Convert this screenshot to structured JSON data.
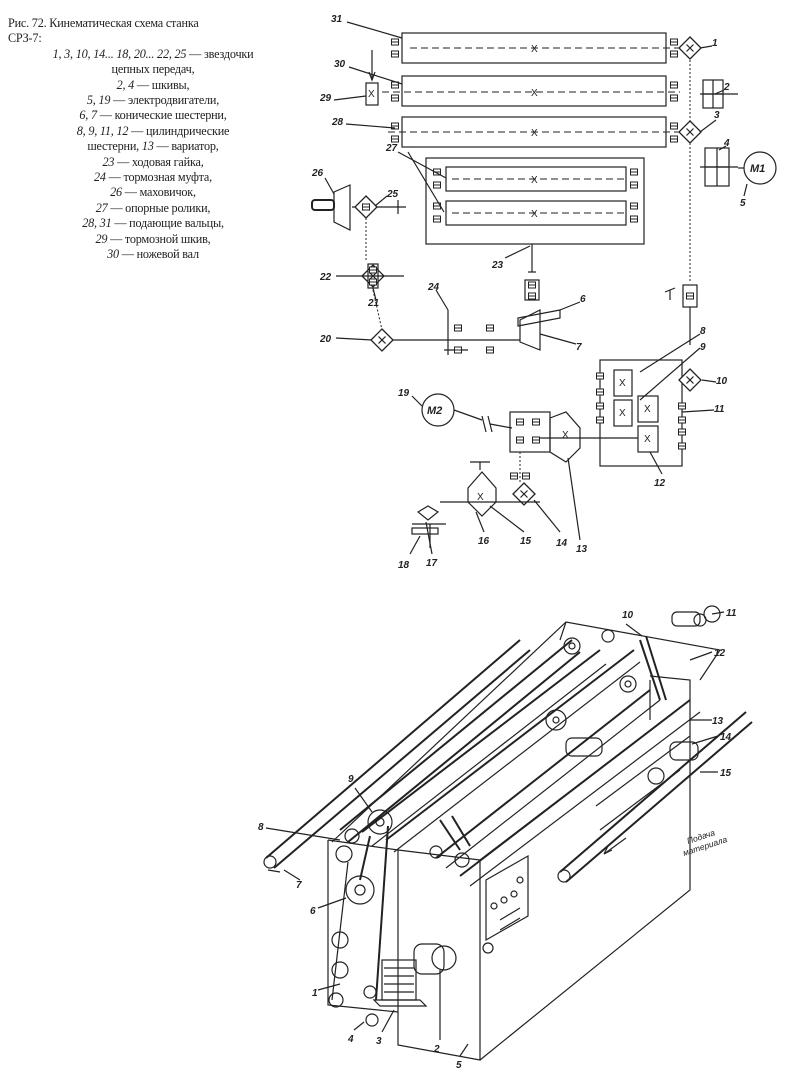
{
  "caption": {
    "title_line1": "Рис. 72. Кинематическая схема станка",
    "title_line2": "СРЗ-7:",
    "legend": [
      {
        "nums": "1, 3, 10, 14... 18, 20... 22, 25",
        "text": " — звездочки"
      },
      {
        "nums": "",
        "text": "цепных передач,"
      },
      {
        "nums": "2, 4",
        "text": " — шкивы,"
      },
      {
        "nums": "5, 19",
        "text": " — электродвигатели,"
      },
      {
        "nums": "6, 7",
        "text": " — конические шестерни,"
      },
      {
        "nums": "8, 9, 11, 12",
        "text": " — цилиндрические"
      },
      {
        "nums": "",
        "text": "шестерни, "
      },
      {
        "nums": "13",
        "text": " — вариатор,"
      },
      {
        "nums": "23",
        "text": " — ходовая гайка,"
      },
      {
        "nums": "24",
        "text": " — тормозная муфта,"
      },
      {
        "nums": "26",
        "text": " — маховичок,"
      },
      {
        "nums": "27",
        "text": " — опорные ролики,"
      },
      {
        "nums": "28, 31",
        "text": " — подающие вальцы,"
      },
      {
        "nums": "29",
        "text": " — тормозной шкив,"
      },
      {
        "nums": "30",
        "text": " — ножевой вал"
      }
    ]
  },
  "schematic": {
    "motor1": "M1",
    "motor2": "M2",
    "gear_symbol": "X",
    "labels": [
      "31",
      "30",
      "29",
      "28",
      "27",
      "26",
      "25",
      "24",
      "23",
      "22",
      "21",
      "20",
      "19",
      "18",
      "17",
      "16",
      "15",
      "14",
      "13",
      "12",
      "11",
      "10",
      "9",
      "8",
      "7",
      "6",
      "5",
      "4",
      "3",
      "2",
      "1"
    ]
  },
  "drawing": {
    "material_label_1": "Подача",
    "material_label_2": "материала",
    "callouts": [
      "1",
      "2",
      "3",
      "4",
      "5",
      "6",
      "7",
      "8",
      "9",
      "10",
      "11",
      "12",
      "13",
      "14",
      "15"
    ]
  }
}
